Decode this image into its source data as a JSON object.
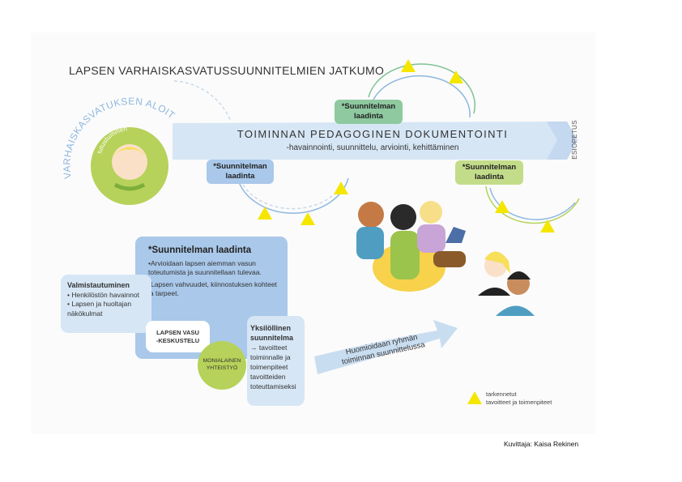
{
  "title": "LAPSEN VARHAISKASVATUSSUUNNITELMIEN JATKUMO",
  "start": {
    "arc_label": "VARHAISKASVATUKSEN ALOITUS",
    "circle_label": "tutustuminen"
  },
  "banner": {
    "title": "TOIMINNAN PEDAGOGINEN DOKUMENTOINTI",
    "subtitle": "-havainnointi, suunnittelu, arviointi, kehittäminen",
    "end_label": "ESIOPETUS"
  },
  "tags": {
    "blue": [
      "*Suunnitelman",
      "laadinta"
    ],
    "green": [
      "*Suunnitelman",
      "laadinta"
    ],
    "lime": [
      "*Suunnitelman",
      "laadinta"
    ]
  },
  "plan_box": {
    "title": "*Suunnitelman laadinta",
    "points": [
      "•Arvioidaan lapsen aiemman vasun toteutumista ja suunnitellaan tulevaa.",
      "•Lapsen vahvuudet, kiinnostuksen kohteet ja tarpeet."
    ]
  },
  "preparation": {
    "title": "Valmistautuminen",
    "items": [
      "• Henkilöstön havainnot",
      "• Lapsen ja huoltajan näkökulmat"
    ]
  },
  "discussion": {
    "lines": [
      "LAPSEN VASU",
      "-KESKUSTELU"
    ]
  },
  "cooperation": {
    "lines": [
      "MONIALAINEN",
      "YHTEISTYÖ"
    ]
  },
  "individual": {
    "title": "Yksilöllinen suunnitelma",
    "text": "→ tavoitteet toiminnalle ja toimenpiteet tavoitteiden toteuttamiseksi"
  },
  "group_arrow": {
    "lines": [
      "Huomioidaan ryhmän",
      "toiminnan suunnittelussa"
    ]
  },
  "legend": {
    "lines": [
      "tarkennetut",
      "tavoitteet ja toimenpiteet"
    ]
  },
  "credit": "Kuvittaja: Kaisa Rekinen",
  "colors": {
    "light_blue": "#d6e6f5",
    "blue": "#a9c8ea",
    "green": "#8ec9a0",
    "lime": "#c3dc8a",
    "circle_green": "#b6d25a",
    "triangle": "#f5e600"
  }
}
